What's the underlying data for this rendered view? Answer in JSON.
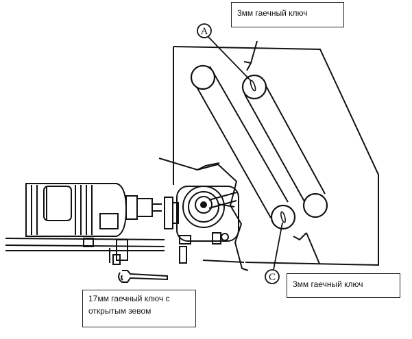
{
  "callouts": {
    "top": "3мм гаечный ключ",
    "right": "3мм гаечный ключ",
    "left_line1": "17мм гаечный ключ с",
    "left_line2": "открытым зевом"
  },
  "markers": {
    "a": "A",
    "c": "C"
  },
  "colors": {
    "ink": "#111111",
    "background": "#ffffff"
  }
}
